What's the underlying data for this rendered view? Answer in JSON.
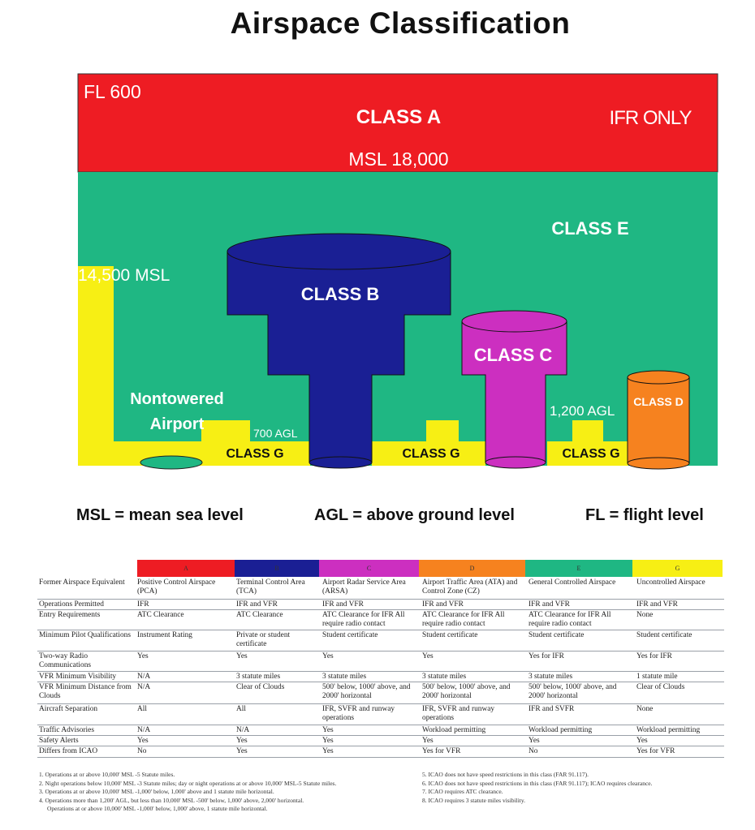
{
  "title": "Airspace Classification",
  "diagram": {
    "fl600": "FL 600",
    "class_a": "CLASS A",
    "ifr_only": "IFR ONLY",
    "msl_18000": "MSL 18,000",
    "class_e": "CLASS E",
    "msl_14500": "14,500 MSL",
    "class_b": "CLASS B",
    "class_c": "CLASS C",
    "class_d": "CLASS D",
    "nontowered_line1": "Nontowered",
    "nontowered_line2": "Airport",
    "agl_700": "700 AGL",
    "agl_1200": "1,200 AGL",
    "class_g_1": "CLASS G",
    "class_g_2": "CLASS G",
    "class_g_3": "CLASS G",
    "colors": {
      "class_a": "#ee1c23",
      "class_e": "#1fb783",
      "class_b": "#1a1f94",
      "class_c": "#cc2fc0",
      "class_d": "#f6821f",
      "class_g": "#f7ef14"
    }
  },
  "legend": {
    "msl": "MSL = mean sea level",
    "agl": "AGL = above ground level",
    "fl": "FL = flight level"
  },
  "table": {
    "classes": [
      {
        "label": "A",
        "color": "#ee1c23"
      },
      {
        "label": "B",
        "color": "#1a1f94"
      },
      {
        "label": "C",
        "color": "#cc2fc0"
      },
      {
        "label": "D",
        "color": "#f6821f"
      },
      {
        "label": "E",
        "color": "#1fb783"
      },
      {
        "label": "G",
        "color": "#f7ef14"
      }
    ],
    "rows": [
      {
        "label": "Former Airspace Equivalent",
        "cells": [
          "Positive Control Airspace (PCA)",
          "Terminal Control Area (TCA)",
          "Airport Radar Service Area (ARSA)",
          "Airport Traffic Area (ATA) and Control Zone (CZ)",
          "General Controlled Airspace",
          "Uncontrolled Airspace"
        ]
      },
      {
        "label": "Operations Permitted",
        "cells": [
          "IFR",
          "IFR and VFR",
          "IFR and VFR",
          "IFR and VFR",
          "IFR and VFR",
          "IFR and VFR"
        ]
      },
      {
        "label": "Entry Requirements",
        "cells": [
          "ATC Clearance",
          "ATC Clearance",
          "ATC Clearance for IFR All require radio contact",
          "ATC Clearance for IFR All require radio contact",
          "ATC Clearance for IFR All require radio contact",
          "None"
        ]
      },
      {
        "label": "Minimum Pilot Qualifications",
        "cells": [
          "Instrument Rating",
          "Private or student certificate",
          "Student certificate",
          "Student certificate",
          "Student certificate",
          "Student certificate"
        ]
      },
      {
        "label": "Two-way Radio Communications",
        "cells": [
          "Yes",
          "Yes",
          "Yes",
          "Yes",
          "Yes for IFR",
          "Yes for IFR"
        ]
      },
      {
        "label": "VFR Minimum Visibility",
        "cells": [
          "N/A",
          "3 statute miles",
          "3 statute miles",
          "3 statute miles",
          "3 statute miles",
          "1 statute mile"
        ]
      },
      {
        "label": "VFR Minimum Distance from Clouds",
        "cells": [
          "N/A",
          "Clear of Clouds",
          "500' below, 1000' above, and 2000' horizontal",
          "500' below, 1000' above, and 2000' horizontal",
          "500' below, 1000' above, and 2000' horizontal",
          "Clear of Clouds"
        ]
      },
      {
        "label": "Aircraft Separation",
        "cells": [
          "All",
          "All",
          "IFR, SVFR and runway operations",
          "IFR, SVFR and runway operations",
          "IFR and SVFR",
          "None"
        ]
      },
      {
        "label": "Traffic Advisories",
        "cells": [
          "N/A",
          "N/A",
          "Yes",
          "Workload permitting",
          "Workload permitting",
          "Workload permitting"
        ]
      },
      {
        "label": "Safety Alerts",
        "cells": [
          "Yes",
          "Yes",
          "Yes",
          "Yes",
          "Yes",
          "Yes"
        ]
      },
      {
        "label": "Differs from ICAO",
        "cells": [
          "No",
          "Yes",
          "Yes",
          "Yes for VFR",
          "No",
          "Yes for VFR"
        ]
      }
    ],
    "footnotes_left": [
      "1. Operations at or above 10,000' MSL -5 Statute miles.",
      "2. Night operations below 10,000' MSL -3 Statute miles; day or night operations at or above 10,000' MSL-5 Statute miles.",
      "3. Operations at or above 10,000' MSL -1,000' below, 1,000' above and 1 statute mile horizontal.",
      "4. Operations more than 1,200' AGL, but less than 10,000' MSL -500' below, 1,000' above, 2,000' horizontal.",
      "Operations at or above 10,000' MSL -1,000' below, 1,000' above, 1 statute mile horizontal."
    ],
    "footnotes_right": [
      "5. ICAO does not have speed restrictions in this class (FAR 91.117).",
      "6. ICAO does not have speed restrictions in this class (FAR 91.117); ICAO requires clearance.",
      "7. ICAO requires ATC clearance.",
      "8. ICAO requires 3 statute miles visibility."
    ]
  }
}
